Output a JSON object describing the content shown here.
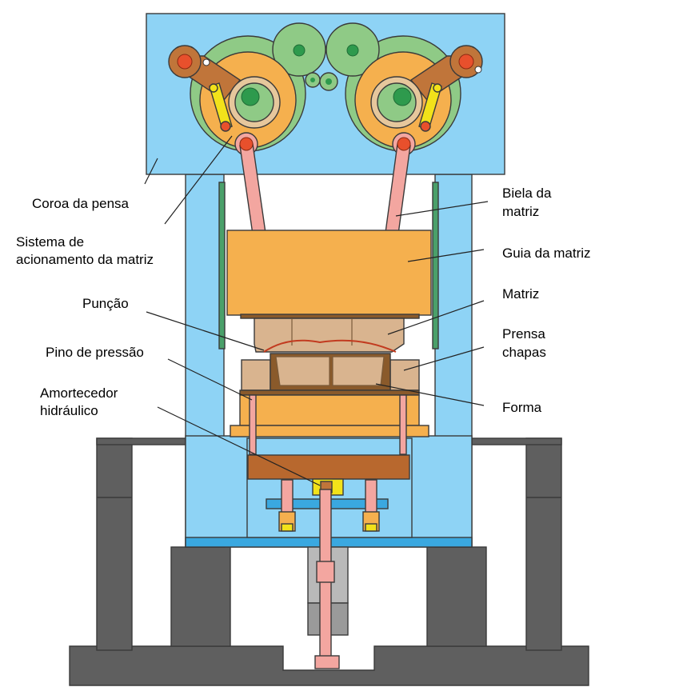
{
  "labels": {
    "coroa": "Coroa da pensa",
    "sistema_1": "Sistema de",
    "sistema_2": "acionamento da matriz",
    "puncao": "Punção",
    "pino": "Pino de pressão",
    "amortecedor_1": "Amortecedor",
    "amortecedor_2": "hidráulico",
    "biela_1": "Biela da",
    "biela_2": "matriz",
    "guia": "Guia da matriz",
    "matriz": "Matriz",
    "prensa_1": "Prensa",
    "prensa_2": "chapas",
    "forma": "Forma"
  },
  "colors": {
    "frame_blue": "#8ed3f5",
    "gear_green": "#8fca86",
    "slide_orange": "#f5b04e",
    "crank_peach": "#f3a6a0",
    "die_tan": "#d9b48f",
    "base_gray": "#5f5f5f",
    "arm_brown": "#c0753a",
    "link_yellow": "#f2e21a",
    "pin_red": "#e8502c"
  }
}
